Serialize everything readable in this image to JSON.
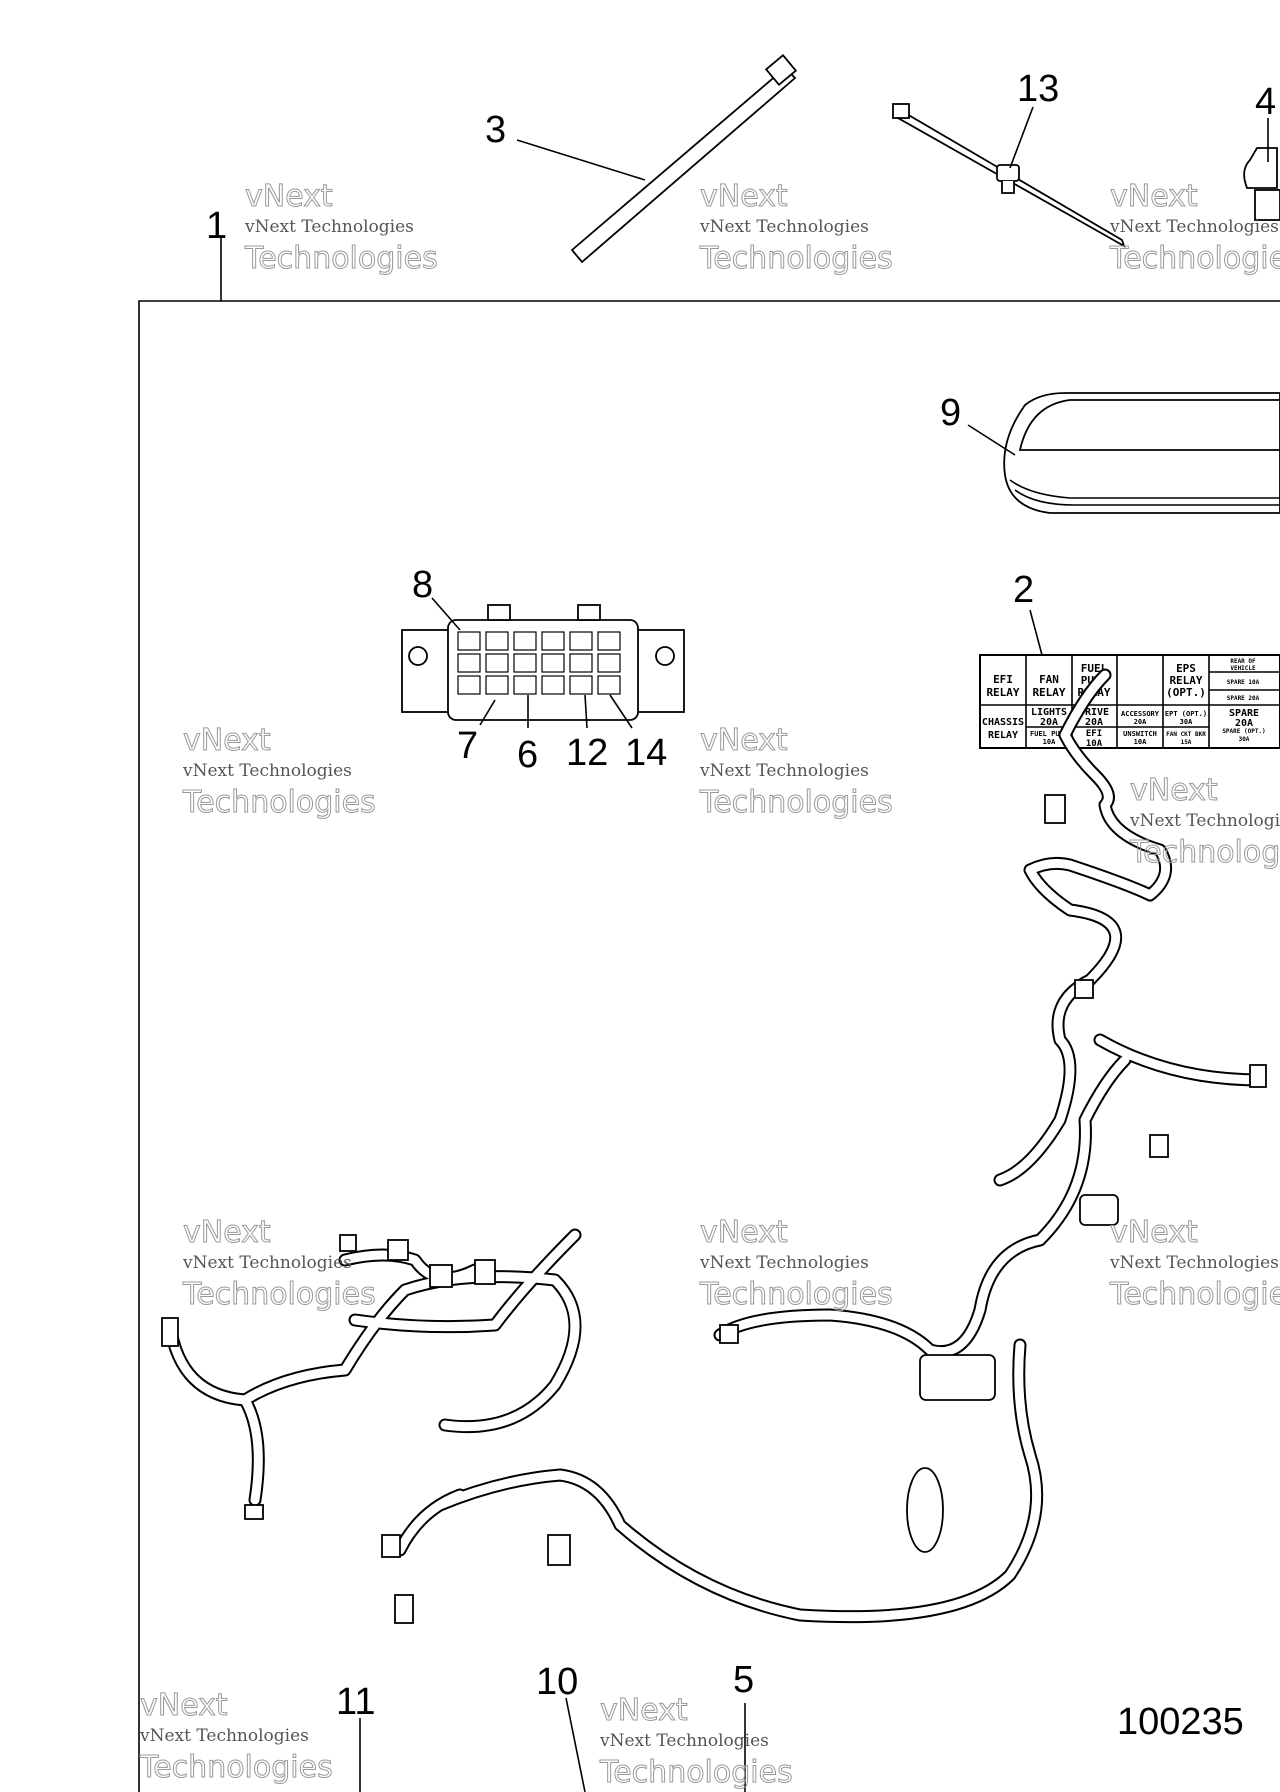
{
  "diagram": {
    "figure_number": "100235",
    "callouts": [
      "1",
      "2",
      "3",
      "4",
      "5",
      "6",
      "7",
      "8",
      "9",
      "10",
      "11",
      "12",
      "13",
      "14"
    ],
    "watermark": {
      "line1": "vNext Technologies",
      "line2": "vNext",
      "line3": "Technologies"
    },
    "fuse_label": {
      "efi_relay": [
        "EFI",
        "RELAY"
      ],
      "fan_relay": [
        "FAN",
        "RELAY"
      ],
      "fuel_pump_relay": [
        "FUEL",
        "PUMP",
        "RELAY"
      ],
      "eps_relay": [
        "EPS",
        "RELAY",
        "(OPT.)"
      ],
      "rear_of_vehicle": [
        "REAR OF",
        "VEHICLE"
      ],
      "spare_10a": "SPARE 10A",
      "spare_20a_small": "SPARE 20A",
      "chassis_relay": [
        "CHASSIS",
        "RELAY"
      ],
      "lights": [
        "LIGHTS",
        "20A"
      ],
      "drive": [
        "DRIVE",
        "20A"
      ],
      "accessory": [
        "ACCESSORY",
        "20A"
      ],
      "ept": [
        "EPT (OPT.)",
        "30A"
      ],
      "spare_20a": [
        "SPARE",
        "20A"
      ],
      "fuel_pump": [
        "FUEL PUMP",
        "10A"
      ],
      "efi": [
        "EFI",
        "10A"
      ],
      "unswitch": [
        "UNSWITCH",
        "10A"
      ],
      "fan_ckt_bkr": [
        "FAN CKT BKR",
        "15A"
      ],
      "spare_opt": [
        "SPARE (OPT.)",
        "30A"
      ]
    }
  }
}
